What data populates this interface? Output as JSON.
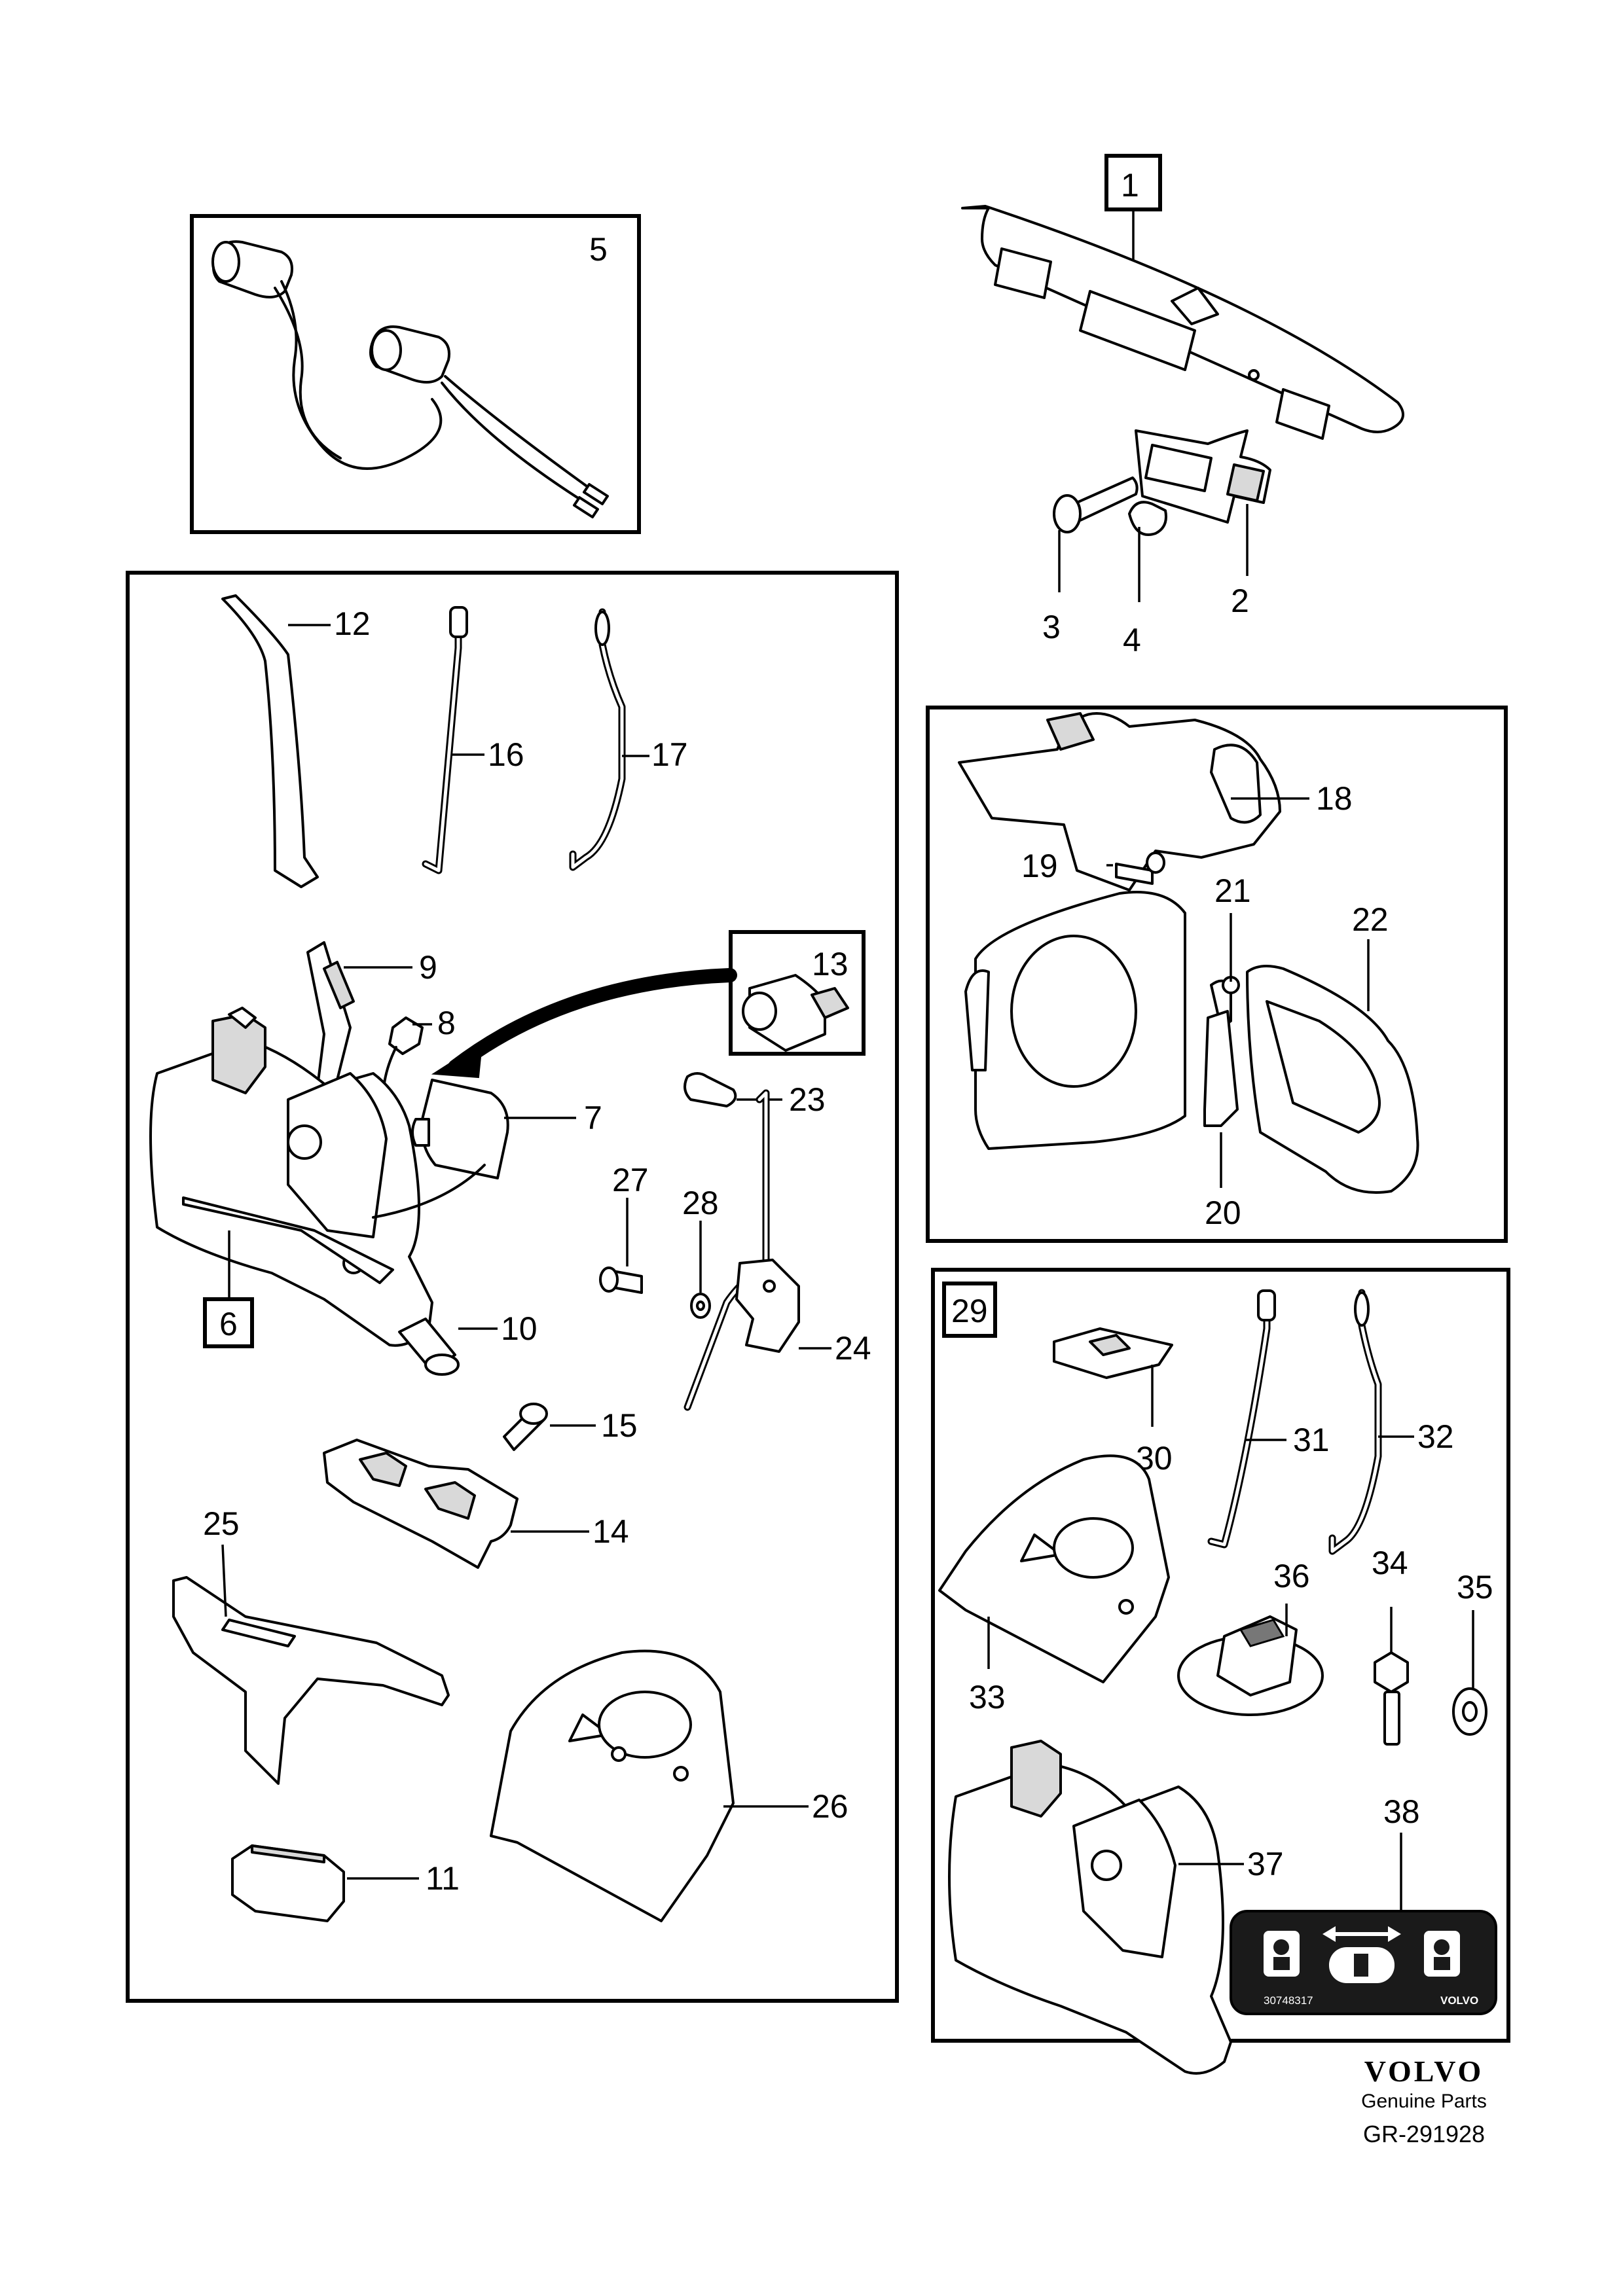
{
  "callouts": {
    "c1": "1",
    "c2": "2",
    "c3": "3",
    "c4": "4",
    "c5": "5",
    "c6": "6",
    "c7": "7",
    "c8": "8",
    "c9": "9",
    "c10": "10",
    "c11": "11",
    "c12": "12",
    "c13": "13",
    "c14": "14",
    "c15": "15",
    "c16": "16",
    "c17": "17",
    "c18": "18",
    "c19": "19",
    "c20": "20",
    "c21": "21",
    "c22": "22",
    "c23": "23",
    "c24": "24",
    "c25": "25",
    "c26": "26",
    "c27": "27",
    "c28": "28",
    "c29": "29",
    "c30": "30",
    "c31": "31",
    "c32": "32",
    "c33": "33",
    "c34": "34",
    "c35": "35",
    "c36": "36",
    "c37": "37",
    "c38": "38"
  },
  "label_plate": {
    "code": "30748317",
    "brand": "VOLVO"
  },
  "footer": {
    "brand": "VOLVO",
    "subtitle": "Genuine Parts",
    "code": "GR-291928"
  }
}
